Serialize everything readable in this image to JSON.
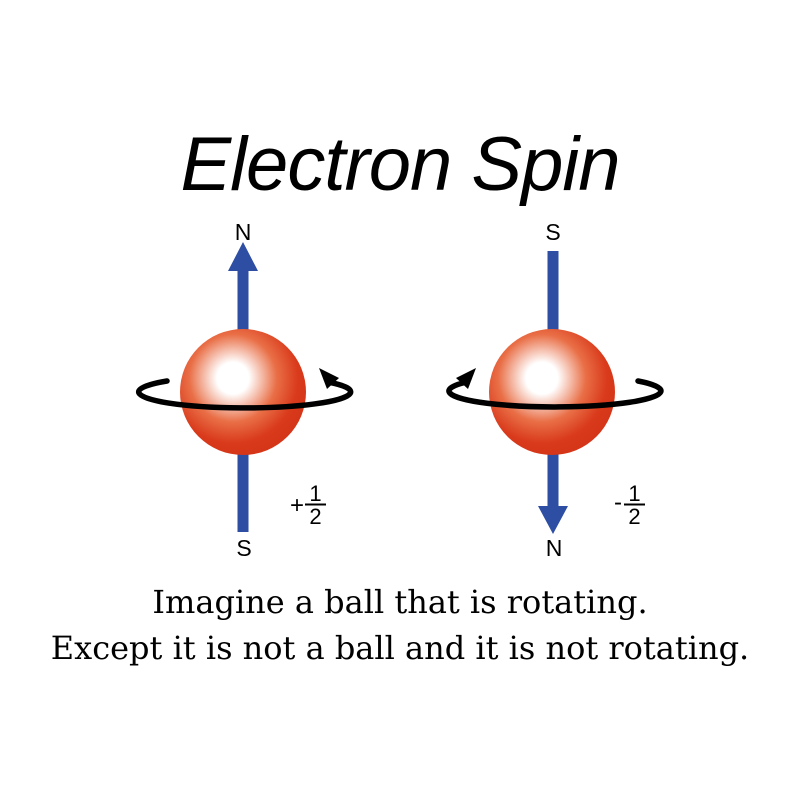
{
  "title": "Electron Spin",
  "colors": {
    "background": "#ffffff",
    "axis_arrow_blue": "#2d4ea3",
    "ball_red": "#d93a1b",
    "ball_red_edge": "#d53518",
    "ball_mid_orange": "#e96f47",
    "ball_highlight": "#ffffff",
    "rotation_arrow_black": "#000000",
    "text_black": "#000000"
  },
  "left_electron": {
    "top_pole_label": "N",
    "bottom_pole_label": "S",
    "spin_sign": "+",
    "spin_fraction_numerator": "1",
    "spin_fraction_denominator": "2"
  },
  "right_electron": {
    "top_pole_label": "S",
    "bottom_pole_label": "N",
    "spin_sign": "-",
    "spin_fraction_numerator": "1",
    "spin_fraction_denominator": "2"
  },
  "caption": {
    "line1": "Imagine a ball that is rotating.",
    "line2": "Except it is not a ball and it is not rotating."
  }
}
